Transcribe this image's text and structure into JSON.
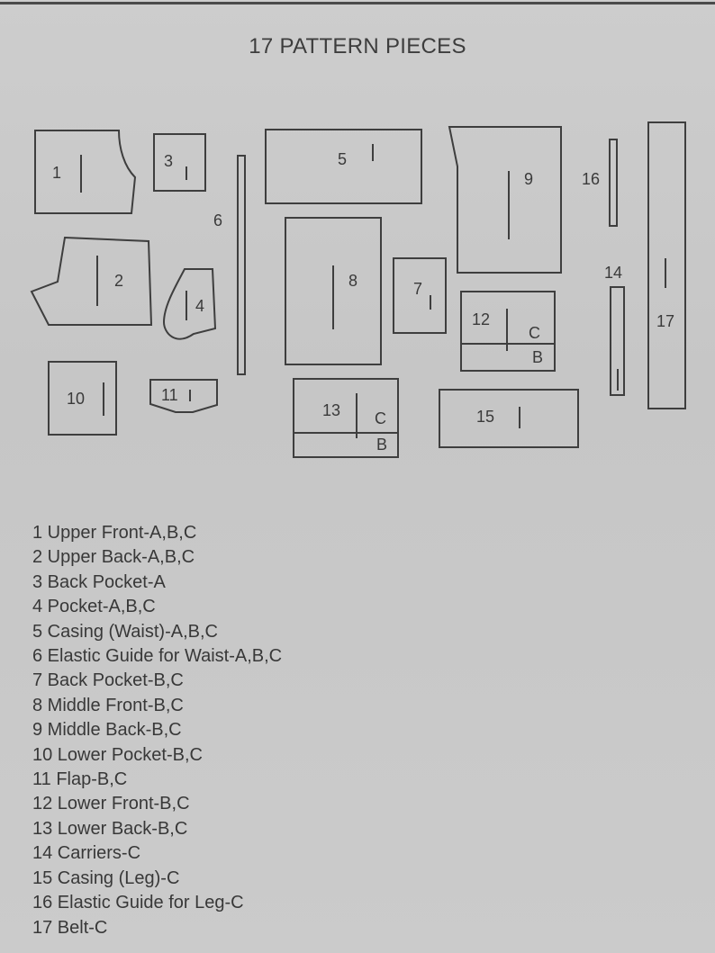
{
  "title": "17 PATTERN PIECES",
  "pieces": [
    {
      "num": "1",
      "label": "Upper Front-A,B,C"
    },
    {
      "num": "2",
      "label": "Upper Back-A,B,C"
    },
    {
      "num": "3",
      "label": "Back Pocket-A"
    },
    {
      "num": "4",
      "label": "Pocket-A,B,C"
    },
    {
      "num": "5",
      "label": "Casing (Waist)-A,B,C"
    },
    {
      "num": "6",
      "label": "Elastic Guide for Waist-A,B,C"
    },
    {
      "num": "7",
      "label": "Back Pocket-B,C"
    },
    {
      "num": "8",
      "label": "Middle Front-B,C"
    },
    {
      "num": "9",
      "label": "Middle Back-B,C"
    },
    {
      "num": "10",
      "label": "Lower Pocket-B,C"
    },
    {
      "num": "11",
      "label": "Flap-B,C"
    },
    {
      "num": "12",
      "label": "Lower Front-B,C"
    },
    {
      "num": "13",
      "label": "Lower Back-B,C"
    },
    {
      "num": "14",
      "label": "Carriers-C"
    },
    {
      "num": "15",
      "label": "Casing (Leg)-C"
    },
    {
      "num": "16",
      "label": "Elastic Guide for Leg-C"
    },
    {
      "num": "17",
      "label": "Belt-C"
    }
  ],
  "view_letters": {
    "c": "C",
    "b": "B"
  },
  "legend": [
    "1 Upper Front-A,B,C",
    "2 Upper Back-A,B,C",
    "3 Back Pocket-A",
    "4 Pocket-A,B,C",
    "5 Casing (Waist)-A,B,C",
    "6 Elastic Guide for Waist-A,B,C",
    "7 Back Pocket-B,C",
    "8 Middle Front-B,C",
    "9 Middle Back-B,C",
    "10 Lower Pocket-B,C",
    "11 Flap-B,C",
    "12 Lower Front-B,C",
    "13 Lower Back-B,C",
    "14 Carriers-C",
    "15 Casing (Leg)-C",
    "16 Elastic Guide for Leg-C",
    "17 Belt-C"
  ],
  "colors": {
    "paper": "#c9c9c9",
    "ink": "#3a3a3a"
  }
}
